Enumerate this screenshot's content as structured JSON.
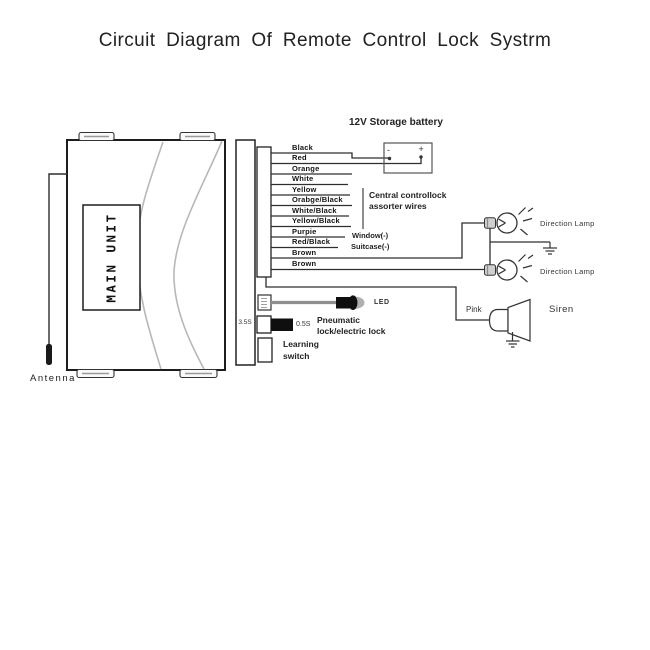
{
  "title": "Circuit Diagram Of Remote Control Lock Systrm",
  "main_unit": {
    "label": "MAIN UNIT"
  },
  "antenna": {
    "label": "Antenna"
  },
  "battery": {
    "label": "12V Storage battery",
    "negative": "-",
    "positive": "+"
  },
  "connector": {
    "timer_3_5s": "3.5S"
  },
  "wires": [
    "Black",
    "Red",
    "Orange",
    "White",
    "Yellow",
    "Orabge/Black",
    "White/Black",
    "Yellow/Black",
    "Purpie",
    "Red/Black",
    "Brown",
    "Brown"
  ],
  "labels": {
    "central_lock_line1": "Central controllock",
    "central_lock_line2": "assorter wires",
    "window": "Window(-)",
    "suitcase": "Suitcase(-)",
    "direction_lamp_top": "Direction Lamp",
    "direction_lamp_bottom": "Direction Lamp",
    "led": "LED",
    "timer_0_5s": "0.5S",
    "pneumatic_line1": "Pneumatic",
    "pneumatic_line2": "lock/electric lock",
    "learning_line1": "Learning",
    "learning_line2": "switch",
    "pink": "Pink",
    "siren": "Siren"
  },
  "colors": {
    "line": "#2e2e2e",
    "decorative_gray": "#b8b8b8",
    "fill_black": "#111111"
  }
}
